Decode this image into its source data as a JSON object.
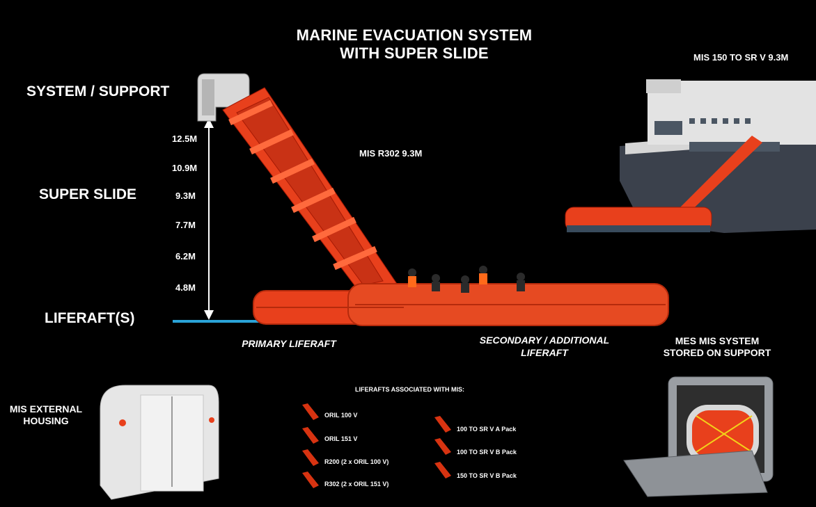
{
  "title": {
    "line1": "MARINE EVACUATION SYSTEM",
    "line2": "WITH SUPER SLIDE"
  },
  "labels": {
    "system_support": "SYSTEM / SUPPORT",
    "super_slide": "SUPER SLIDE",
    "liferafts": "LIFERAFT(S)",
    "mis_r302": "MIS R302 9.3M",
    "mis_150": "MIS 150 TO SR V 9.3M",
    "primary_liferaft": "PRIMARY LIFERAFT",
    "secondary_line1": "SECONDARY / ADDITIONAL",
    "secondary_line2": "LIFERAFT",
    "mes_line1": "MES MIS SYSTEM",
    "mes_line2": "STORED ON SUPPORT",
    "external_line1": "MIS EXTERNAL",
    "external_line2": "HOUSING"
  },
  "heights": [
    "12.5M",
    "10.9M",
    "9.3M",
    "7.7M",
    "6.2M",
    "4.8M"
  ],
  "liferafts_list": {
    "heading": "LIFERAFTS ASSOCIATED WITH MIS:",
    "left": [
      "ORIL 100 V",
      "ORIL 151 V",
      "R200  (2 x ORIL 100 V)",
      "R302 (2 x ORIL 151 V)"
    ],
    "right": [
      "100 TO SR V A Pack",
      "100 TO SR V B Pack",
      "150 TO SR V B Pack"
    ]
  },
  "colors": {
    "raft_orange": "#e8401c",
    "arrow_white": "#ffffff",
    "water_line": "#2aa3d8",
    "background": "#000000"
  }
}
